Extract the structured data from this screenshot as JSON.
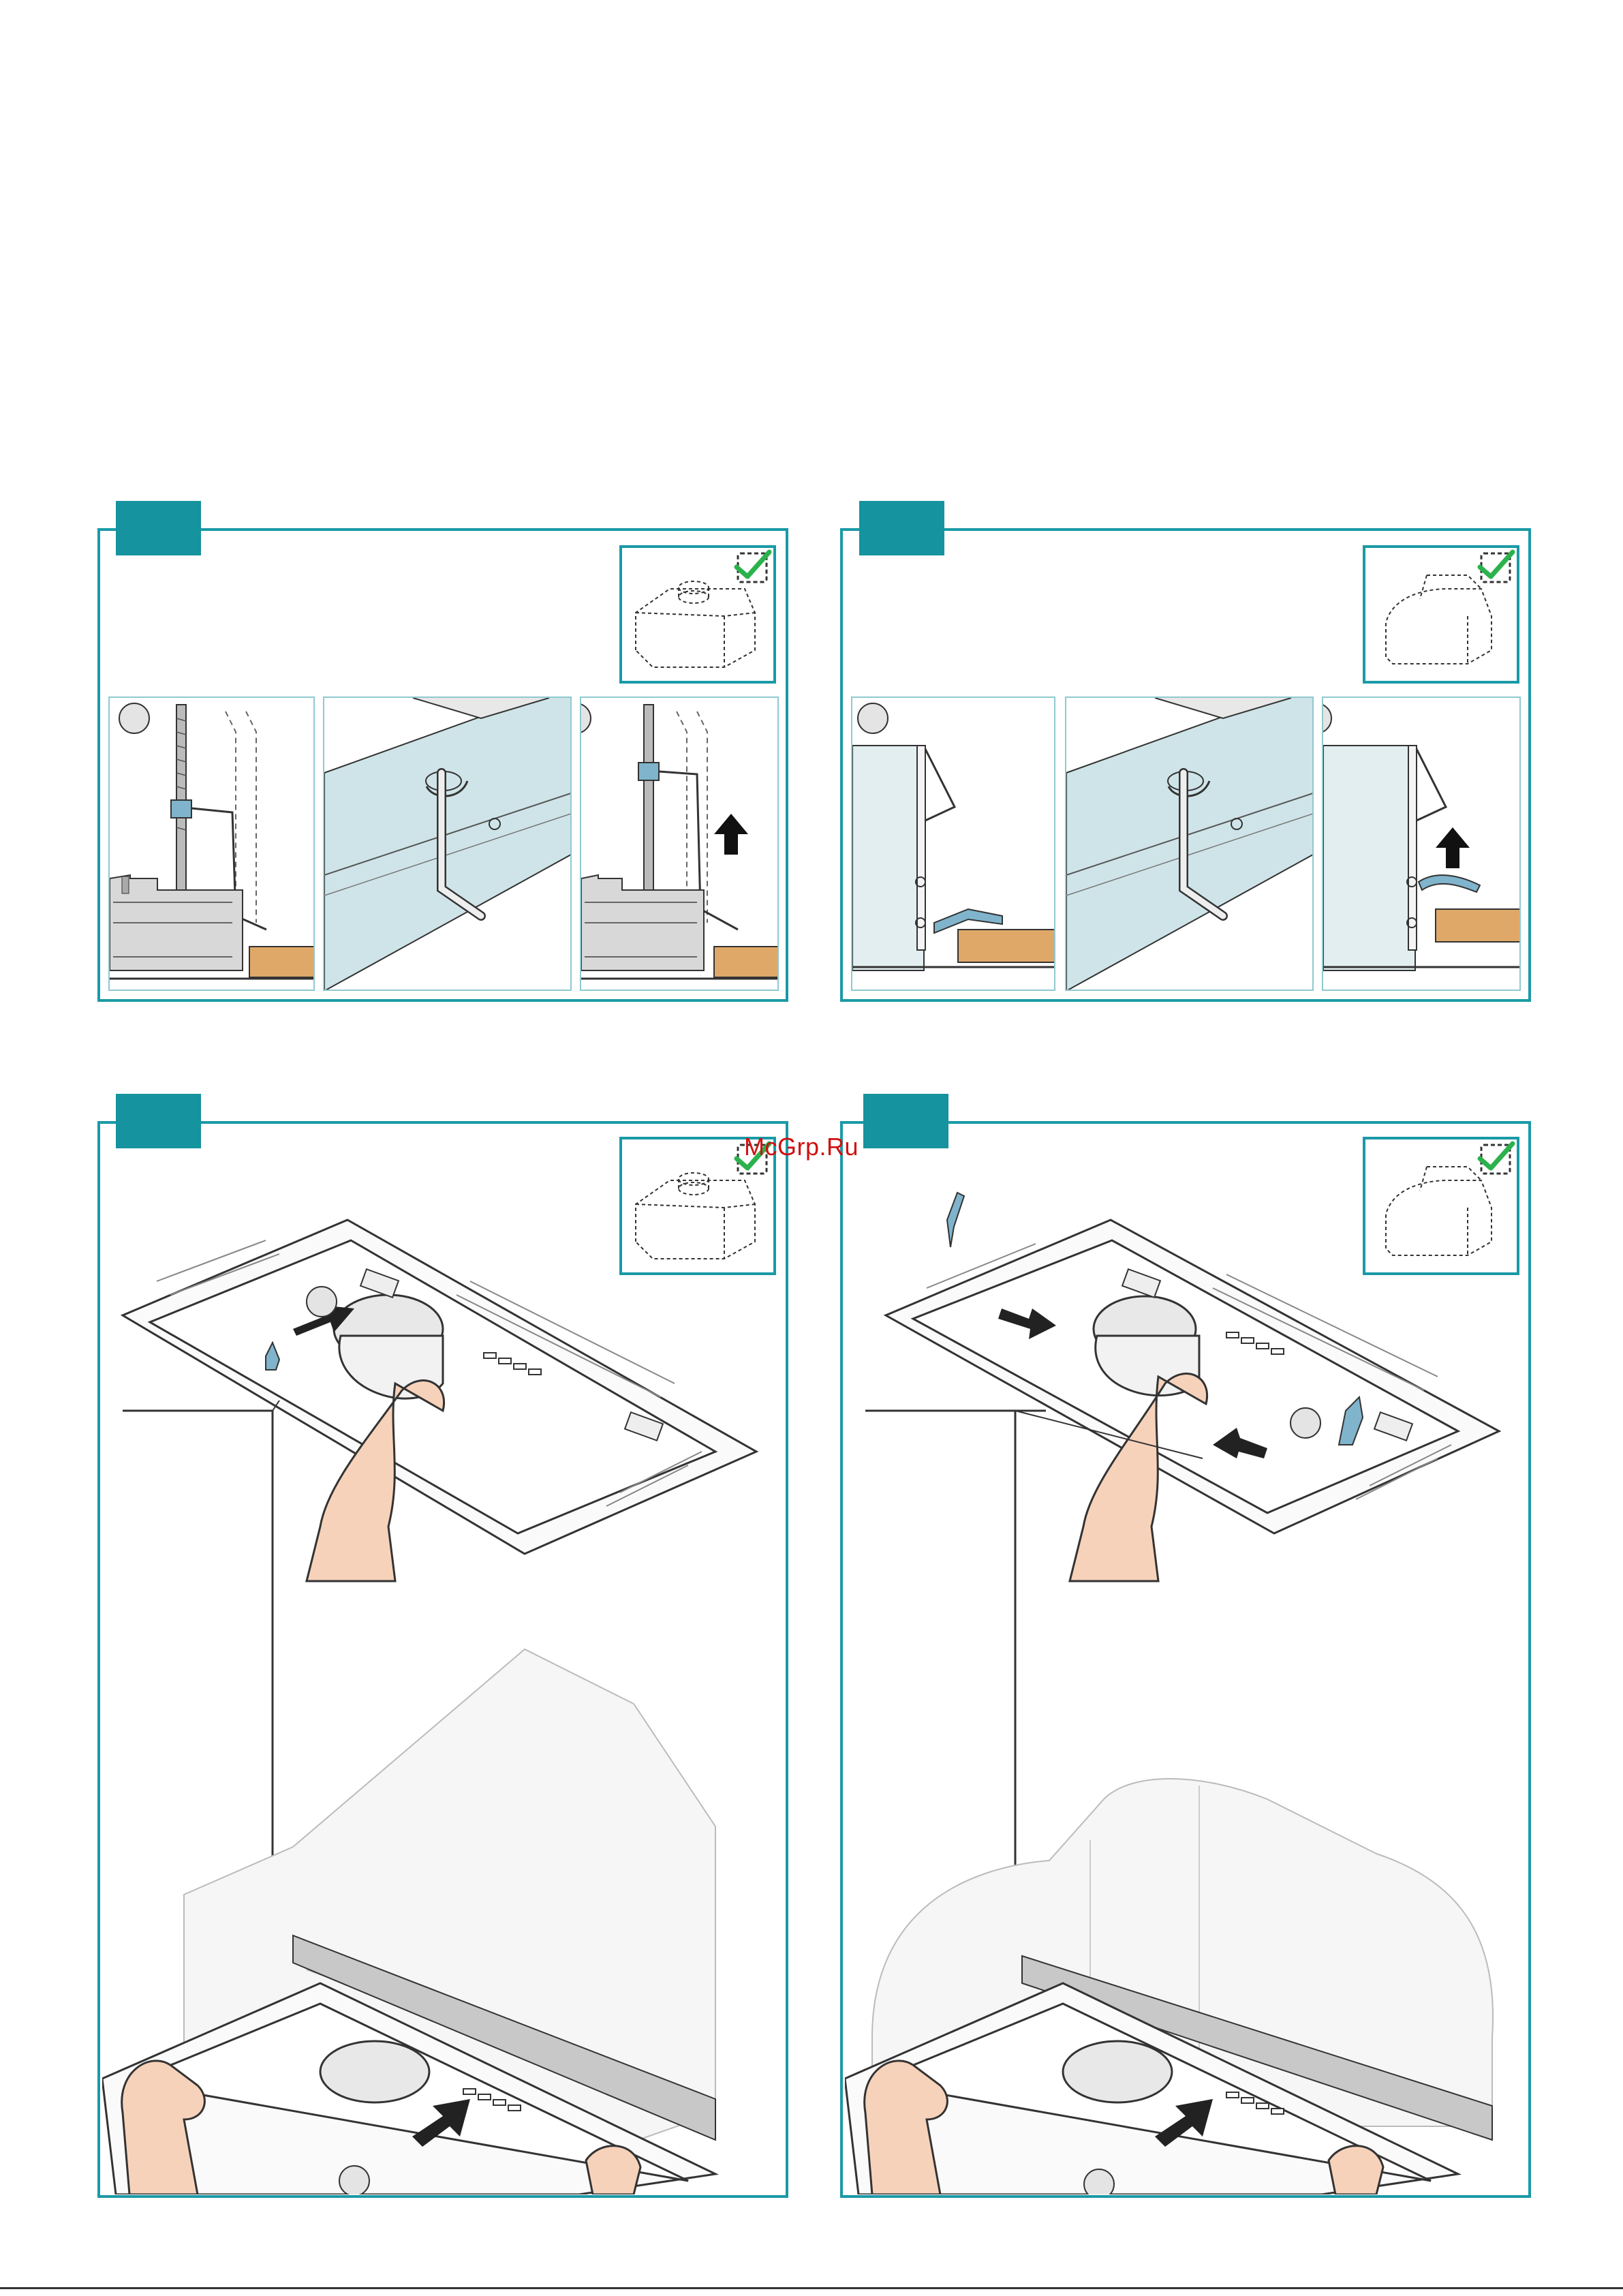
{
  "watermark": {
    "text": "McGrp.Ru"
  },
  "colors": {
    "accent": "#15939e",
    "wood": "#e0a868",
    "glass": "#cfe4e8",
    "clip": "#7fb4cc",
    "check": "#2bb24c"
  },
  "panels": [
    {
      "name": "built-in-hood",
      "check_icon": "check-icon",
      "arrow": "arrow-up-icon"
    },
    {
      "name": "chimney-hood",
      "check_icon": "check-icon",
      "arrow": "arrow-up-icon"
    },
    {
      "name": "built-in-hood-mount",
      "check_icon": "check-icon",
      "arrow": "push-arrow-icon"
    },
    {
      "name": "chimney-hood-mount",
      "check_icon": "check-icon",
      "arrow": "push-arrow-icon"
    }
  ]
}
